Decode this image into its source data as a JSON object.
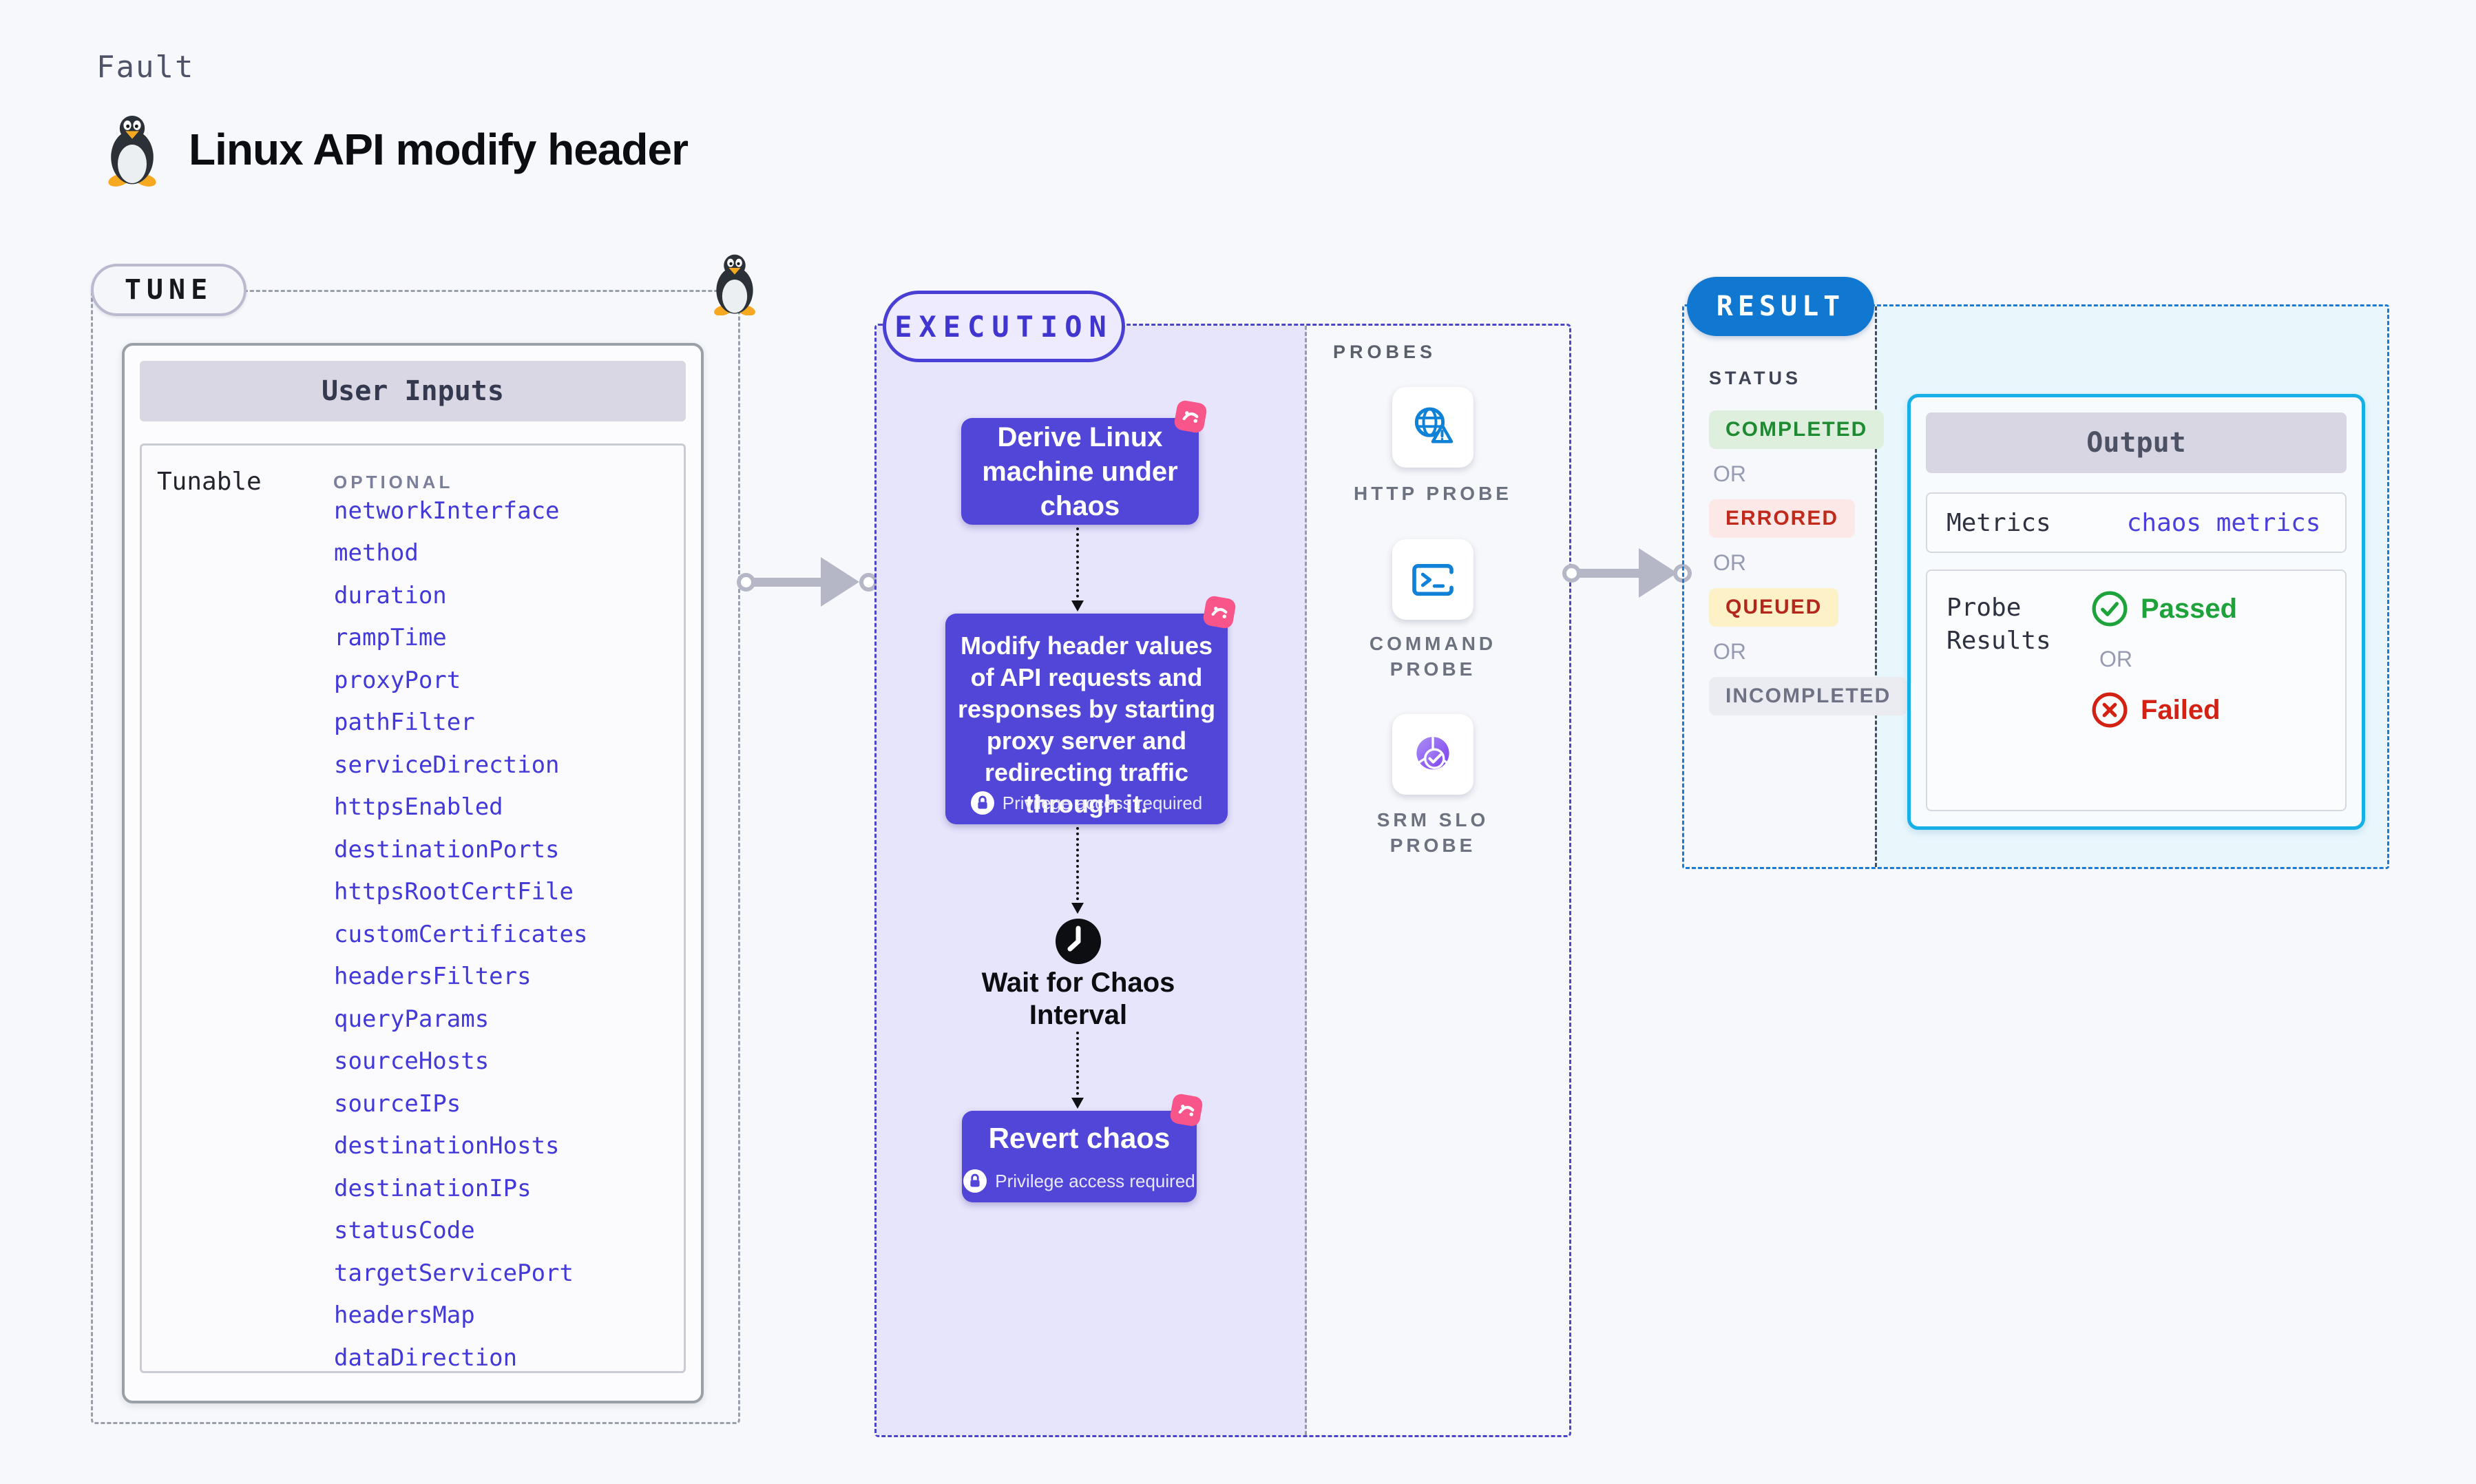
{
  "page": {
    "kicker": "Fault",
    "title": "Linux API modify header"
  },
  "tune": {
    "label": "TUNE",
    "card_header": "User Inputs",
    "row_label": "Tunable",
    "optional_label": "OPTIONAL",
    "tunables": [
      "networkInterface",
      "method",
      "duration",
      "rampTime",
      "proxyPort",
      "pathFilter",
      "serviceDirection",
      "httpsEnabled",
      "destinationPorts",
      "httpsRootCertFile",
      "customCertificates",
      "headersFilters",
      "queryParams",
      "sourceHosts",
      "sourceIPs",
      "destinationHosts",
      "destinationIPs",
      "statusCode",
      "targetServicePort",
      "headersMap",
      "dataDirection"
    ]
  },
  "execution": {
    "label": "EXECUTION",
    "nodes": {
      "derive": "Derive Linux machine under chaos",
      "modify": "Modify header values of API requests and responses by starting proxy server and redirecting traffic through it.",
      "privilege": "Privilege access required",
      "wait": "Wait for Chaos Interval",
      "revert": "Revert chaos"
    },
    "probes_label": "PROBES",
    "probes": [
      {
        "name": "HTTP PROBE",
        "icon": "globe-warning-icon"
      },
      {
        "name": "COMMAND PROBE",
        "icon": "terminal-icon"
      },
      {
        "name": "SRM SLO PROBE",
        "icon": "slo-check-icon"
      }
    ]
  },
  "result": {
    "label": "RESULT",
    "status_label": "STATUS",
    "or_label": "OR",
    "statuses": [
      {
        "label": "COMPLETED",
        "color": "#1e8a31",
        "background": "#def0dd"
      },
      {
        "label": "ERRORED",
        "color": "#c02a1c",
        "background": "#fce8e6"
      },
      {
        "label": "QUEUED",
        "color": "#b3271d",
        "background": "#fdf1c7"
      },
      {
        "label": "INCOMPLETED",
        "color": "#6e7284",
        "background": "#ebecf1"
      }
    ],
    "output": {
      "header": "Output",
      "metrics_label": "Metrics",
      "metrics_value": "chaos metrics",
      "probe_results_label": "Probe Results",
      "passed_label": "Passed",
      "failed_label": "Failed"
    }
  },
  "colors": {
    "node_purple": "#5146d8",
    "accent_indigo": "#4a3fd4",
    "chaos_pink": "#f8558a",
    "probe_blue": "#0f82d8",
    "result_blue": "#1178d2",
    "output_cyan": "#17b0e6",
    "passed_green": "#1da33a",
    "failed_red": "#d32114",
    "tunable_blue": "#4338d8"
  }
}
